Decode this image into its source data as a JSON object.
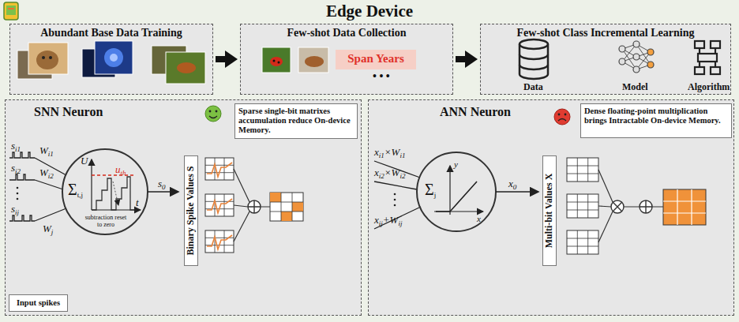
{
  "diagram": {
    "title": "Edge Device",
    "nodes": [
      {
        "text": [
          "Abundant Base Data Training"
        ]
      },
      {
        "text": [
          "Few-shot Data Collection"
        ]
      },
      {
        "text": [
          "Span Years"
        ],
        "in": 1
      },
      {
        "text": [
          "Few-shot Class Incremental Learning"
        ]
      },
      {
        "text": [
          "SNN Neuron"
        ]
      },
      {
        "text": [
          "Sparse single-bit matrixes accumulation reduce On-device Memory."
        ],
        "in": 4
      },
      {
        "text": [
          "Binary Spike Values S"
        ],
        "in": 4
      },
      {
        "text": [
          "Input spikes"
        ],
        "in": 4
      },
      {
        "text": [
          "ANN Neuron"
        ]
      },
      {
        "text": [
          "Dense floating-point multiplication brings Intractable On-device Memory."
        ],
        "in": 8
      },
      {
        "text": [
          "Multi-bit Values X"
        ],
        "in": 8
      }
    ],
    "edges": [
      {
        "from": 0,
        "to": 1,
        "arrow": "to"
      },
      {
        "from": 1,
        "to": 3,
        "arrow": "to"
      }
    ],
    "labels": [
      "• • •",
      "Data",
      "Model",
      "Algorithm",
      "s",
      "i1",
      "s",
      "i2",
      "s",
      "ij",
      "W",
      "i1",
      "W",
      "i2",
      "W",
      "j",
      "Σ",
      "t,j",
      "U",
      "u",
      "th",
      "t",
      "subtraction reset to zero",
      "s",
      "0",
      "x",
      "i1",
      "×W",
      "i1",
      "x",
      "i2",
      "×W",
      "i2",
      "x",
      "ij",
      "+W",
      "ij",
      "Σ",
      "j",
      "y",
      "x",
      "x",
      "0"
    ]
  }
}
